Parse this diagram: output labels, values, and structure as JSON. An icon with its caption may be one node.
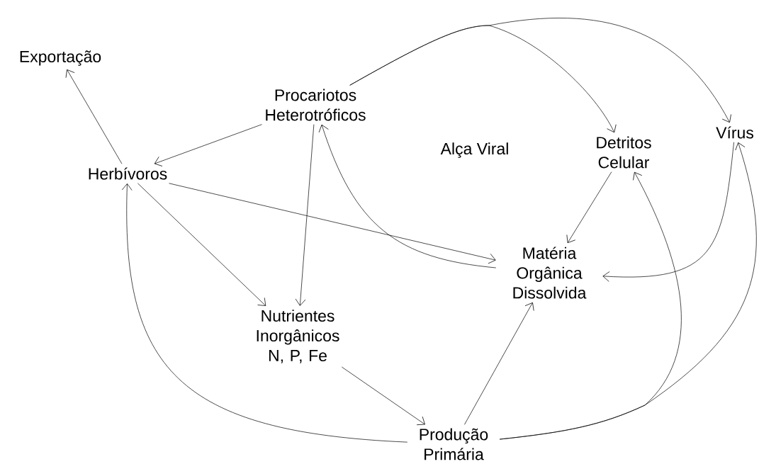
{
  "diagram": {
    "nodes": [
      {
        "text": [
          "Exportação"
        ]
      },
      {
        "text": [
          "Procariotos Heterotróficos"
        ]
      },
      {
        "text": [
          "Detritos Celular"
        ]
      },
      {
        "text": [
          "Vírus"
        ]
      },
      {
        "text": [
          "Herbívoros"
        ]
      },
      {
        "text": [
          "Matéria Orgânica Dissolvida"
        ]
      },
      {
        "text": [
          "Nutrientes Inorgânicos N, P, Fe"
        ]
      },
      {
        "text": [
          "Produção Primária"
        ]
      }
    ],
    "edges": [
      {
        "from": 4,
        "to": 0,
        "arrow": "to"
      },
      {
        "from": 1,
        "to": 4,
        "arrow": "to"
      },
      {
        "from": 1,
        "to": 6,
        "arrow": "to"
      },
      {
        "from": 1,
        "to": 2,
        "arrow": "to"
      },
      {
        "from": 1,
        "to": 3,
        "arrow": "to"
      },
      {
        "from": 4,
        "to": 6,
        "arrow": "to"
      },
      {
        "from": 4,
        "to": 5,
        "arrow": "to"
      },
      {
        "from": 5,
        "to": 1,
        "arrow": "to"
      },
      {
        "from": 2,
        "to": 5,
        "arrow": "to"
      },
      {
        "from": 3,
        "to": 5,
        "arrow": "to"
      },
      {
        "from": 6,
        "to": 7,
        "arrow": "to"
      },
      {
        "from": 7,
        "to": 5,
        "arrow": "to"
      },
      {
        "from": 7,
        "to": 4,
        "arrow": "to"
      },
      {
        "from": 7,
        "to": 2,
        "arrow": "to"
      },
      {
        "from": 7,
        "to": 3,
        "arrow": "to"
      }
    ],
    "labels": [
      "Alça Viral"
    ]
  }
}
